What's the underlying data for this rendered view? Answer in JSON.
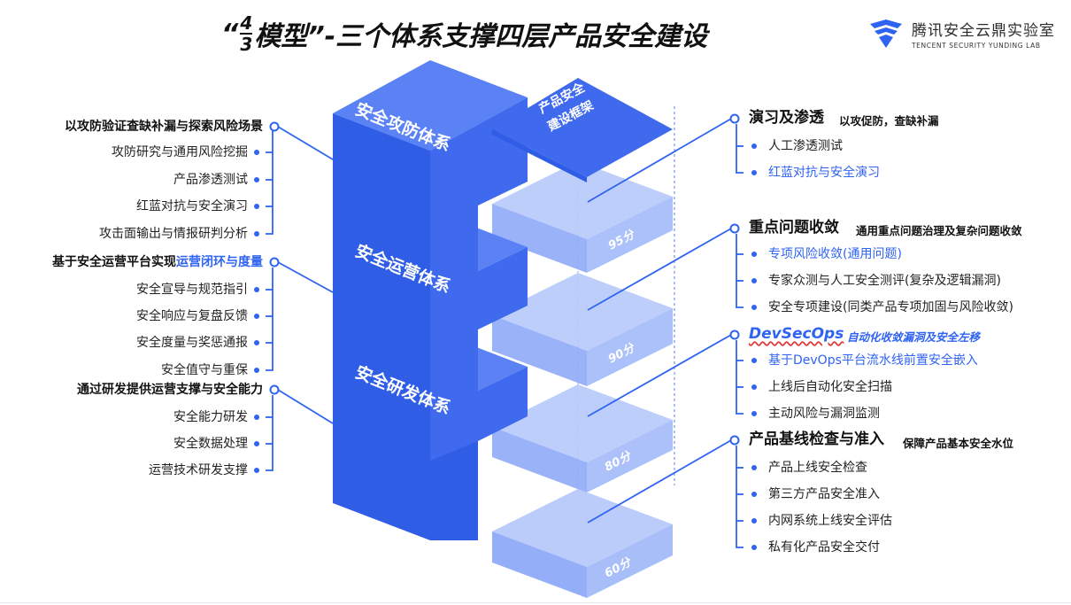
{
  "title": {
    "quote_open": "“",
    "frac_num": "4",
    "frac_den": "3",
    "text": "模型”-三个体系支撑四层产品安全建设"
  },
  "logo": {
    "cn": "腾讯安全云鼎实验室",
    "en": "TENCENT SECURITY YUNDING LAB"
  },
  "blocks": {
    "top": "安全攻防体系",
    "middle": "安全运营体系",
    "bottom": "安全研发体系",
    "framework": "产品安全\n建设框架"
  },
  "scores": [
    "95分",
    "90分",
    "80分",
    "60分"
  ],
  "left": {
    "group1": {
      "head": "以攻防验证查缺补漏与探索风险场景",
      "items": [
        "攻防研究与通用风险挖掘",
        "产品渗透测试",
        "红蓝对抗与安全演习",
        "攻击面输出与情报研判分析"
      ]
    },
    "group2": {
      "head_plain": "基于安全运营平台实现",
      "head_blue": "运营闭环与度量",
      "items": [
        "安全宣导与规范指引",
        "安全响应与复盘反馈",
        "安全度量与奖惩通报",
        "安全值守与重保"
      ]
    },
    "group3": {
      "head": "通过研发提供运营支撑与安全能力",
      "items": [
        "安全能力研发",
        "安全数据处理",
        "运营技术研发支撑"
      ]
    }
  },
  "right": {
    "group1": {
      "title": "演习及渗透",
      "subtitle": "以攻促防，查缺补漏",
      "items": [
        "人工渗透测试",
        "红蓝对抗与安全演习"
      ]
    },
    "group2": {
      "title": "重点问题收敛",
      "subtitle": "通用重点问题治理及复杂问题收敛",
      "items": [
        "专项风险收敛(通用问题)",
        "专家众测与人工安全测评(复杂及逻辑漏洞)",
        "安全专项建设(同类产品专项加固与风险收敛)"
      ]
    },
    "group3": {
      "title": "DevSecOps",
      "subtitle": "自动化收敛漏洞及安全左移",
      "items": [
        "基于DevOps平台流水线前置安全嵌入",
        "上线后自动化安全扫描",
        "主动风险与漏洞监测"
      ]
    },
    "group4": {
      "title": "产品基线检查与准入",
      "subtitle": "保障产品基本安全水位",
      "items": [
        "产品上线安全检查",
        "第三方产品安全准入",
        "内网系统上线安全评估",
        "私有化产品安全交付"
      ]
    }
  },
  "colors": {
    "accent": "#2f63f2",
    "block_front": "#2f5de6",
    "block_top": "#5a82f5",
    "block_side": "#3f6aee",
    "ghost_front": "#8eaaf7",
    "ghost_top": "#b7c9fa",
    "ghost_side": "#a3baf8"
  }
}
